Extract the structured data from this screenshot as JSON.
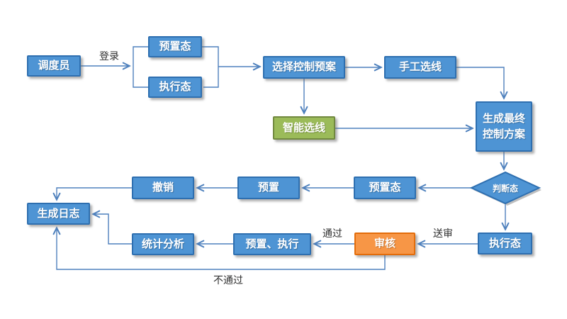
{
  "diagram": {
    "nodes": {
      "dispatcher": "调度员",
      "preset_state_top": "预置态",
      "exec_state_top": "执行态",
      "select_plan": "选择控制预案",
      "manual_line": "手工选线",
      "smart_line": "智能选线",
      "final_scheme": "生成最终控制方案",
      "judge_state": "判断态",
      "preset_state_bottom": "预置态",
      "preset": "预置",
      "undo": "撤销",
      "gen_log": "生成日志",
      "exec_state_bottom": "执行态",
      "review": "审核",
      "preset_exec": "预置、执行",
      "stat_analysis": "统计分析"
    },
    "edge_labels": {
      "login": "登录",
      "pass": "通过",
      "submit": "送审",
      "fail": "不通过"
    },
    "colors": {
      "node_fill": "#4e94d4",
      "node_border": "#2e6fb0",
      "green_fill": "#9bbb59",
      "green_border": "#71893f",
      "orange_fill": "#f79646",
      "orange_border": "#e36c0a",
      "connector": "#4f81bd",
      "shadow": "#9a9a9a",
      "label_text": "#2f2f2f",
      "background": "#ffffff"
    }
  }
}
